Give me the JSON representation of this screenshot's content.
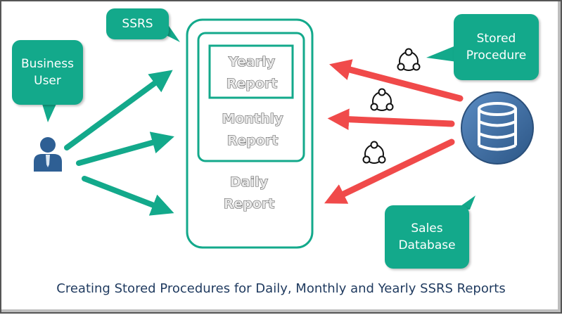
{
  "callouts": {
    "business_user": [
      "Business",
      "User"
    ],
    "ssrs": "SSRS",
    "stored_procedure": [
      "Stored",
      "Procedure"
    ],
    "sales_database": [
      "Sales",
      "Database"
    ]
  },
  "reports": {
    "yearly": [
      "Yearly",
      "Report"
    ],
    "monthly": [
      "Monthly",
      "Report"
    ],
    "daily": [
      "Daily",
      "Report"
    ]
  },
  "caption": "Creating Stored Procedures for Daily, Monthly and Yearly SSRS Reports",
  "icons": {
    "user": "user-icon",
    "database": "database-icon",
    "procedure": "procedure-node-icon"
  },
  "colors": {
    "accent_green": "#13a98b",
    "arrow_red": "#f04a4a",
    "database_blue": "#3f6ea3",
    "user_blue": "#2e5f94",
    "caption_navy": "#1f3a5f"
  }
}
